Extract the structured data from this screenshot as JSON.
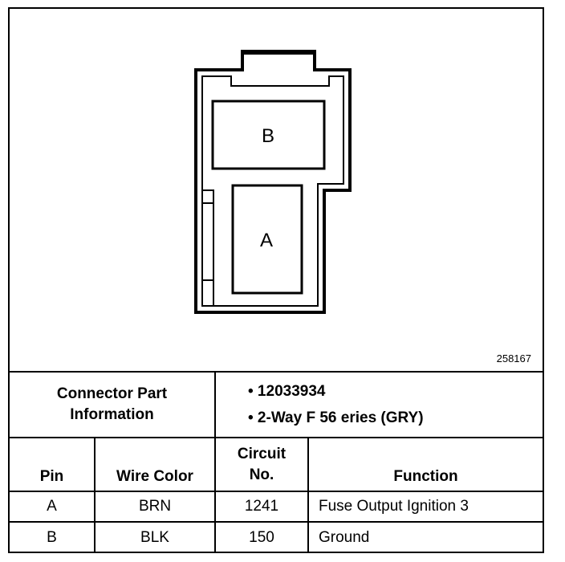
{
  "figure_id": "258167",
  "cavities": [
    {
      "label": "B"
    },
    {
      "label": "A"
    }
  ],
  "connector": {
    "label_line1": "Connector Part",
    "label_line2": "Information",
    "part_number": "• 12033934",
    "description": "• 2-Way F 56 eries (GRY)"
  },
  "table": {
    "headers": {
      "pin": "Pin",
      "wire_color": "Wire Color",
      "circuit_line1": "Circuit",
      "circuit_line2": "No.",
      "function": "Function"
    },
    "rows": [
      {
        "pin": "A",
        "wire_color": "BRN",
        "circuit": "1241",
        "function": "Fuse Output Ignition 3"
      },
      {
        "pin": "B",
        "wire_color": "BLK",
        "circuit": "150",
        "function": "Ground"
      }
    ]
  }
}
